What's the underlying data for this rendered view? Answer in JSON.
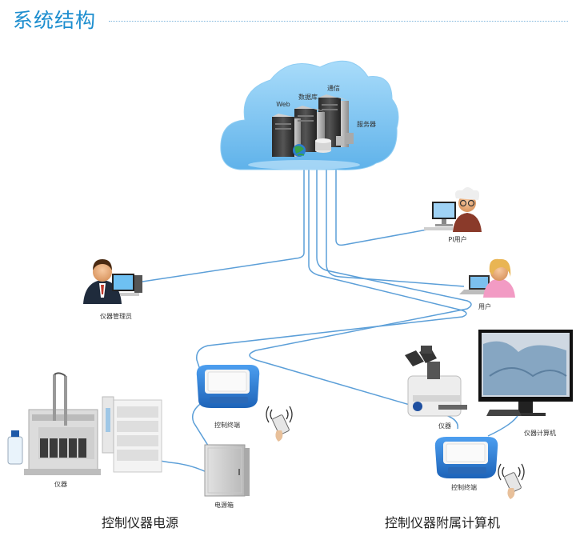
{
  "header": {
    "title": "系统结构"
  },
  "cloud": {
    "web": "Web",
    "database": "数据库",
    "communication": "通信",
    "server": "服务器"
  },
  "nodes": {
    "pi_user": "PI用户",
    "user": "用户",
    "instrument_admin": "仪器管理员",
    "control_terminal_left": "控制终端",
    "control_terminal_right": "控制终端",
    "instrument_left": "仪器",
    "instrument_right": "仪器",
    "power_box": "电源箱",
    "instrument_computer": "仪器计算机"
  },
  "captions": {
    "left": "控制仪器电源",
    "right": "控制仪器附属计算机"
  },
  "colors": {
    "title": "#1d8ecf",
    "cloud": "#7ec4ef",
    "line": "#5c9fd8",
    "terminal": "#2f7fd6"
  }
}
